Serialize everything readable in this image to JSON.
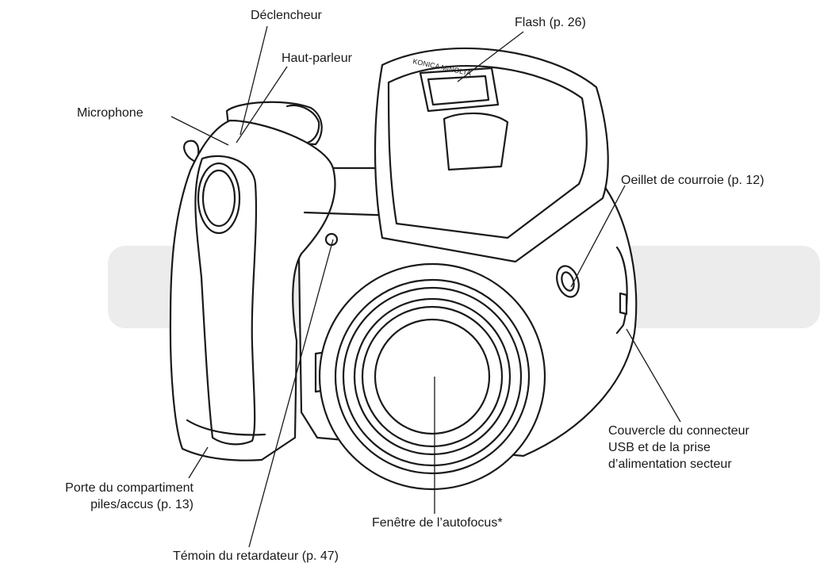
{
  "labels": {
    "declencheur": "Déclencheur",
    "haut_parleur": "Haut-parleur",
    "microphone": "Microphone",
    "flash": "Flash (p. 26)",
    "oeillet": "Oeillet de courroie (p. 12)",
    "couvercle": [
      "Couvercle du connecteur",
      "USB et de la prise",
      "d’alimentation secteur"
    ],
    "porte": [
      "Porte du compartiment",
      "piles/accus (p. 13)"
    ],
    "autofocus": "Fenêtre de l’autofocus*",
    "temoin": "Témoin du retardateur (p. 47)"
  },
  "brand_text": "KONICA MINOLTA",
  "colors": {
    "band": "#ececec",
    "body": "#ffffff",
    "line": "#1a1a1a"
  }
}
